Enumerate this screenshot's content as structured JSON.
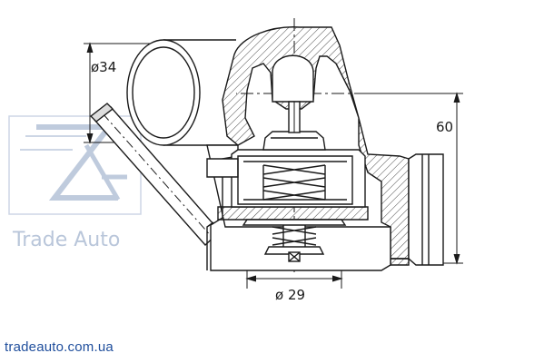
{
  "dimensions": {
    "pipe_diameter": "ø34",
    "height": "60",
    "valve_diameter": "ø 29"
  },
  "watermark": {
    "brand": "Trade Auto",
    "color": "#b9c6da"
  },
  "footer": {
    "website": "tradeauto.com.ua",
    "color": "#1f4e9c"
  },
  "colors": {
    "line": "#1a1a1a",
    "hatch": "#444444"
  }
}
